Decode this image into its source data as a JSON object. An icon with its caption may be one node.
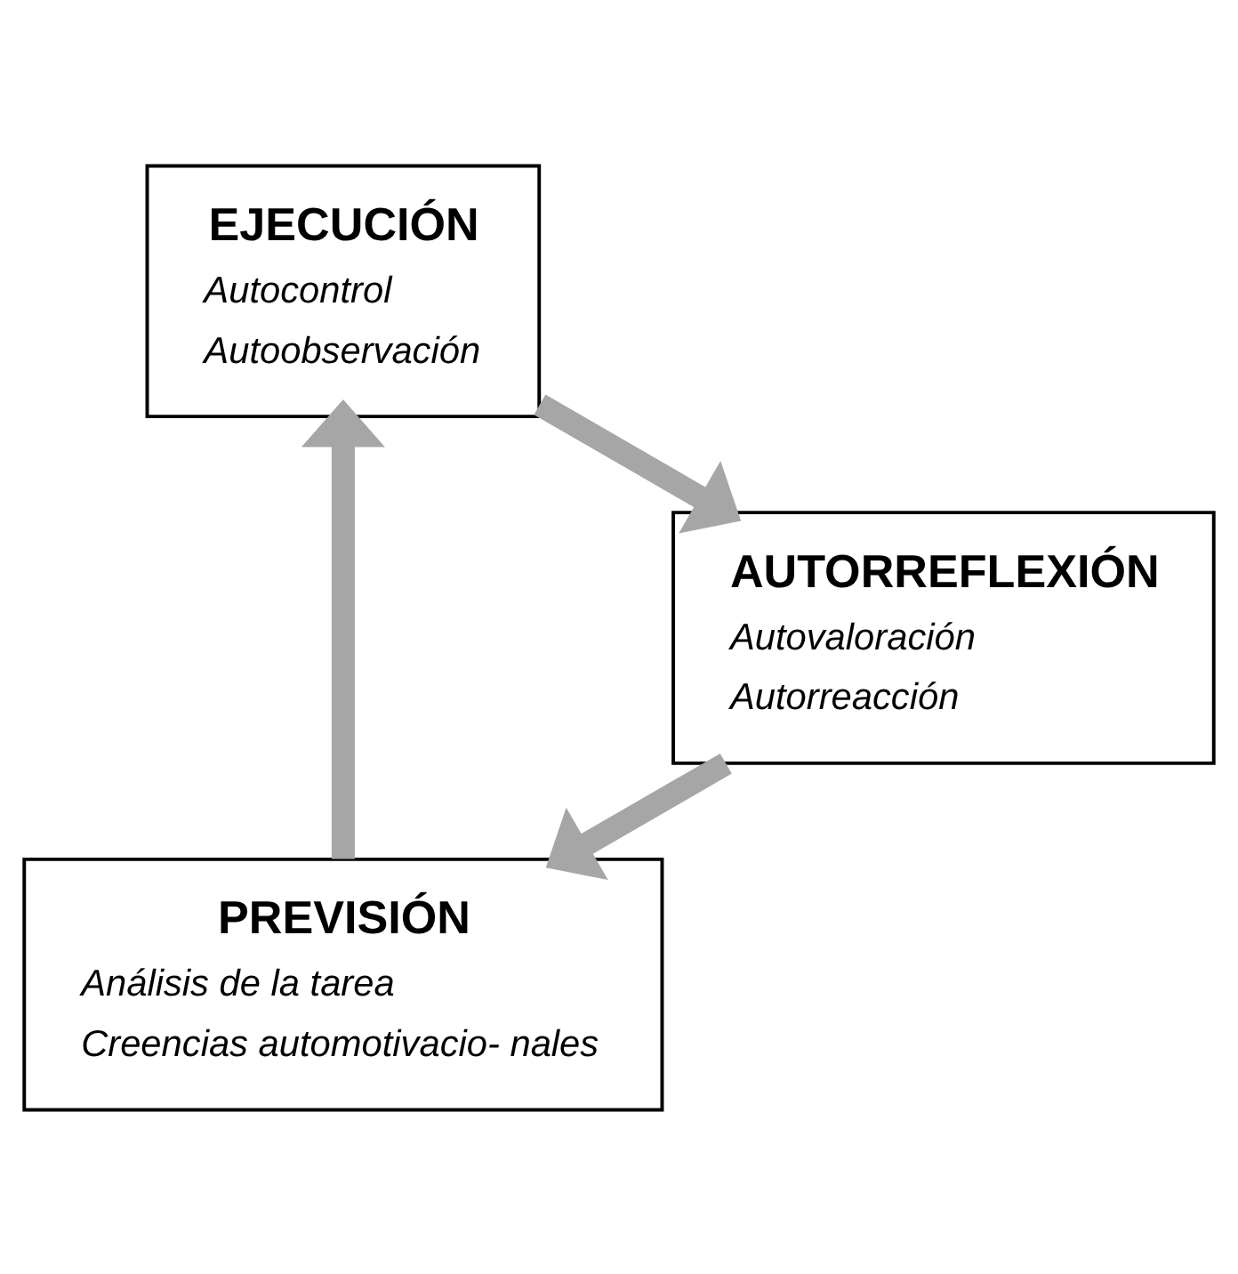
{
  "diagram": {
    "nodes": [
      {
        "text": [
          "PREVISIÓN",
          "Análisis de la tarea",
          "Creencias automotivacio- nales"
        ]
      },
      {
        "text": [
          "EJECUCIÓN",
          "Autocontrol",
          "Autoobservación"
        ]
      },
      {
        "text": [
          "AUTORREFLEXIÓN",
          "Autovaloración",
          "Autorreacción"
        ]
      }
    ],
    "edges": [
      {
        "from": 0,
        "to": 1,
        "arrow": "to"
      },
      {
        "from": 1,
        "to": 2,
        "arrow": "to"
      },
      {
        "from": 2,
        "to": 0,
        "arrow": "to"
      }
    ]
  }
}
